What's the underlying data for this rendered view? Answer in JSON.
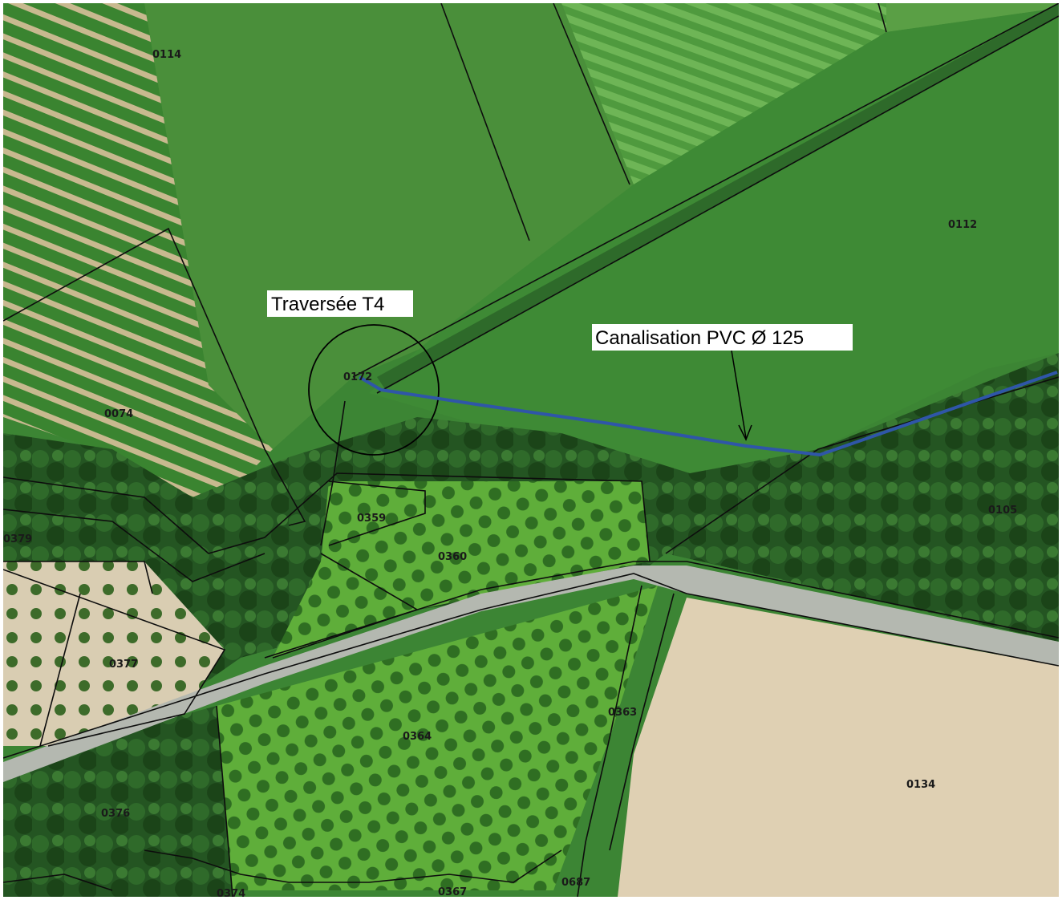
{
  "annotations": {
    "crossing_label": "Traversée T4",
    "pipe_label": "Canalisation PVC Ø 125",
    "crossing_code": "0172"
  },
  "parcels": {
    "p0114": "0114",
    "p0112": "0112",
    "p0074": "0074",
    "p0105": "0105",
    "p0359": "0359",
    "p0360": "0360",
    "p0379": "0379",
    "p0377": "0377",
    "p0363": "0363",
    "p0364": "0364",
    "p0134": "0134",
    "p0376": "0376",
    "p0374": "0374",
    "p0367": "0367",
    "p0687": "0687"
  },
  "colors": {
    "pipe": "#2f56a8",
    "parcel_line": "#0d0d0d",
    "field_green": "#3f8a35",
    "dark_forest": "#1f4a1c",
    "bare_field": "#dfd0b3",
    "road": "#b4b8b0"
  }
}
